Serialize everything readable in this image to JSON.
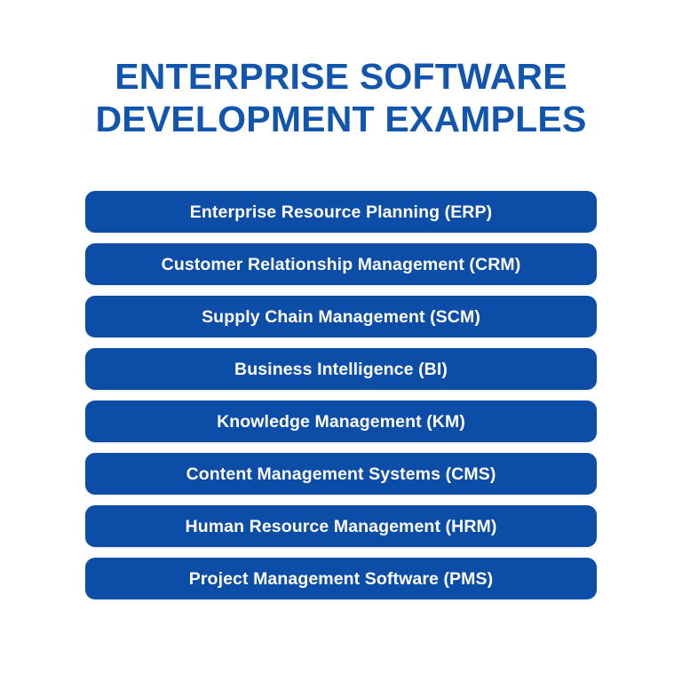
{
  "page": {
    "background_color": "#ffffff",
    "title_color": "#1155AD",
    "bar_color": "#0C4DA8",
    "bar_text_color": "#ffffff"
  },
  "header": {
    "title_line_1": "ENTERPRISE SOFTWARE",
    "title_line_2": "DEVELOPMENT EXAMPLES",
    "title_full": "ENTERPRISE SOFTWARE DEVELOPMENT EXAMPLES"
  },
  "list": {
    "count": 8,
    "items": [
      {
        "label": "Enterprise Resource Planning (ERP)",
        "abbr": "ERP"
      },
      {
        "label": "Customer Relationship Management (CRM)",
        "abbr": "CRM"
      },
      {
        "label": "Supply Chain Management (SCM)",
        "abbr": "SCM"
      },
      {
        "label": "Business Intelligence (BI)",
        "abbr": "BI"
      },
      {
        "label": "Knowledge Management (KM)",
        "abbr": "KM"
      },
      {
        "label": "Content Management Systems (CMS)",
        "abbr": "CMS"
      },
      {
        "label": "Human Resource Management (HRM)",
        "abbr": "HRM"
      },
      {
        "label": "Project Management Software (PMS)",
        "abbr": "PMS"
      }
    ]
  }
}
